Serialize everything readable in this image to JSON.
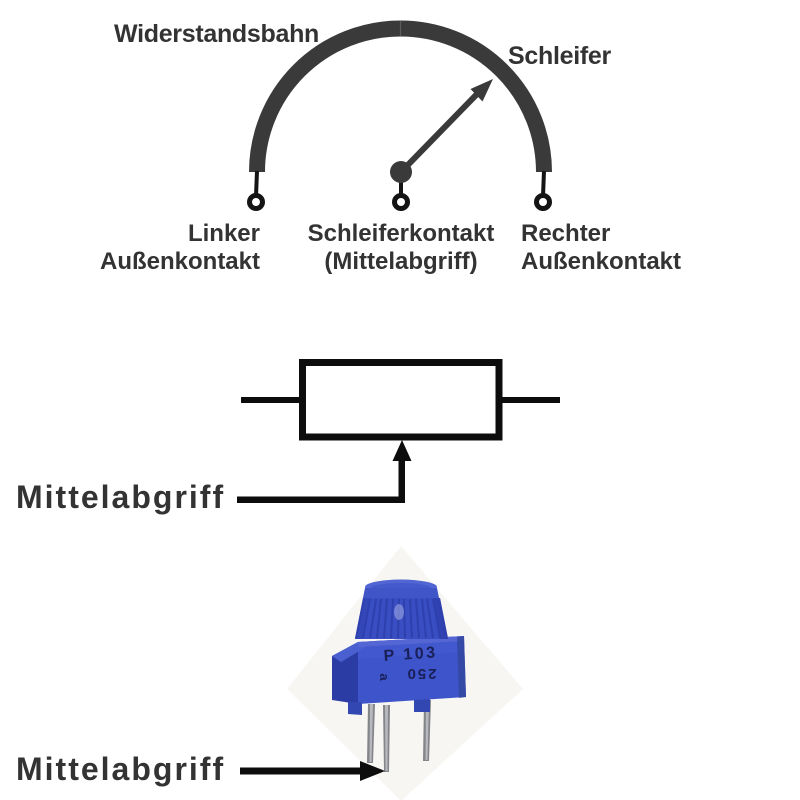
{
  "colors": {
    "text_gray": "#333333",
    "diagram_gray": "#3a3a3a",
    "ink_black": "#0d0d0d",
    "terminal_black": "#141414",
    "pot_blue_front": "#3d54ca",
    "pot_blue_side": "#2b3da5",
    "pot_blue_knob": "#3a4ec3",
    "pot_marking_navy": "#191f57",
    "pin_gray": "#8e8f94",
    "photo_backdrop": "#f7f6f3"
  },
  "construction_diagram": {
    "track_label": "Widerstandsbahn",
    "wiper_label": "Schleifer",
    "terminal_left": {
      "line1": "Linker",
      "line2": "Außenkontakt"
    },
    "terminal_center": {
      "line1": "Schleiferkontakt",
      "line2": "(Mittelabgriff)"
    },
    "terminal_right": {
      "line1": "Rechter",
      "line2": "Außenkontakt"
    }
  },
  "schematic_symbol": {
    "center_tap_label": "Mittelabgriff"
  },
  "photo": {
    "center_tap_label": "Mittelabgriff",
    "marking_line1": "P 103",
    "marking_line2_left": "a",
    "marking_line2_right": "250"
  }
}
